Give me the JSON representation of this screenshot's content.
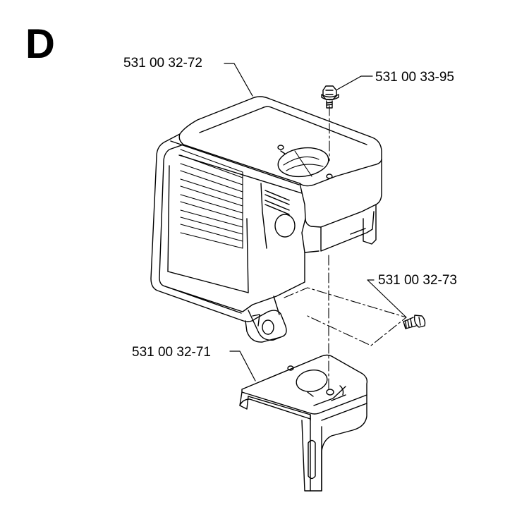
{
  "section_letter": "D",
  "parts": {
    "cover": {
      "number": "531 00 32-72"
    },
    "screw_top": {
      "number": "531 00 33-95"
    },
    "screw_side": {
      "number": "531 00 32-73"
    },
    "bracket": {
      "number": "531 00 32-71"
    }
  },
  "colors": {
    "line": "#000000",
    "background": "#ffffff"
  }
}
